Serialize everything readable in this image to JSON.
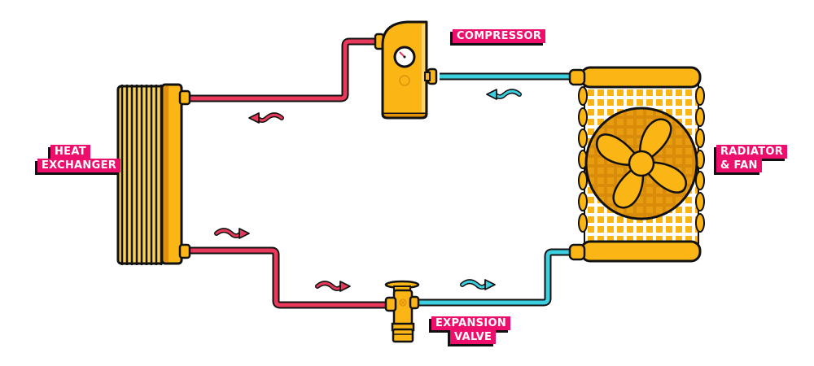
{
  "diagram": {
    "title": "Refrigeration cycle",
    "colors": {
      "hot_line": "#e8395a",
      "cold_line": "#3ccfe0",
      "component": "#fbb515",
      "component_shade": "#e0900a",
      "outline": "#111111",
      "label_bg": "#ee0f6c",
      "label_text": "#ffffff"
    },
    "components": {
      "compressor": {
        "label_lines": [
          "COMPRESSOR"
        ],
        "icon": "compressor-tank-with-gauge"
      },
      "heat_exchanger": {
        "label_lines": [
          "HEAT",
          "EXCHANGER"
        ],
        "icon": "finned-coil"
      },
      "radiator_fan": {
        "label_lines": [
          "RADIATOR",
          "& FAN"
        ],
        "icon": "radiator-grid-with-fan"
      },
      "expansion_valve": {
        "label_lines": [
          "EXPANSION",
          "VALVE"
        ],
        "icon": "expansion-valve"
      }
    },
    "flow_arrows": [
      {
        "segment": "compressor-to-heat-exchanger",
        "direction": "left",
        "line": "hot"
      },
      {
        "segment": "radiator-to-compressor",
        "direction": "left",
        "line": "cold"
      },
      {
        "segment": "heat-exchanger-to-valve-upper",
        "direction": "right",
        "line": "hot"
      },
      {
        "segment": "heat-exchanger-to-valve-lower",
        "direction": "right",
        "line": "hot"
      },
      {
        "segment": "valve-to-radiator",
        "direction": "right",
        "line": "cold"
      }
    ]
  }
}
